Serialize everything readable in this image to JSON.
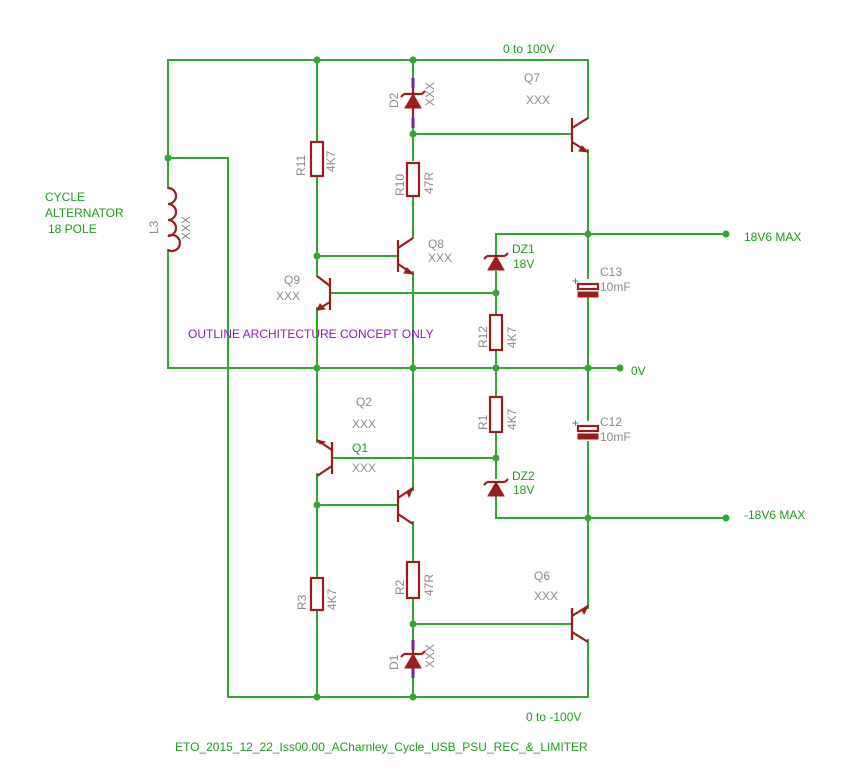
{
  "nets": {
    "top_rail": "0 to 100V",
    "bottom_rail": "0 to -100V",
    "pos_out": "18V6 MAX",
    "zero_v": "0V",
    "neg_out": "-18V6 MAX"
  },
  "alternator": {
    "line1": "CYCLE",
    "line2": "ALTERNATOR",
    "line3": "18 POLE"
  },
  "note": "OUTLINE ARCHITECTURE CONCEPT ONLY",
  "footer": "ETO_2015_12_22_Iss00.00_ACharnley_Cycle_USB_PSU_REC_&_LIMITER",
  "components": {
    "L3": {
      "ref": "L3",
      "value": "XXX"
    },
    "D2": {
      "ref": "D2",
      "value": "XXX"
    },
    "D1": {
      "ref": "D1",
      "value": "XXX"
    },
    "R11": {
      "ref": "R11",
      "value": "4K7"
    },
    "R10": {
      "ref": "R10",
      "value": "47R"
    },
    "R12": {
      "ref": "R12",
      "value": "4K7"
    },
    "R1": {
      "ref": "R1",
      "value": "4K7"
    },
    "R2": {
      "ref": "R2",
      "value": "47R"
    },
    "R3": {
      "ref": "R3",
      "value": "4K7"
    },
    "Q7": {
      "ref": "Q7",
      "value": "XXX"
    },
    "Q8": {
      "ref": "Q8",
      "value": "XXX"
    },
    "Q9": {
      "ref": "Q9",
      "value": "XXX"
    },
    "Q2": {
      "ref": "Q2",
      "value": "XXX"
    },
    "Q1": {
      "ref": "Q1",
      "value": "XXX"
    },
    "Q6": {
      "ref": "Q6",
      "value": "XXX"
    },
    "DZ1": {
      "ref": "DZ1",
      "value": "18V"
    },
    "DZ2": {
      "ref": "DZ2",
      "value": "18V"
    },
    "C13": {
      "ref": "C13",
      "value": "10mF"
    },
    "C12": {
      "ref": "C12",
      "value": "10mF"
    }
  },
  "colors": {
    "wire": "#2ea82e",
    "component": "#9b1c1c",
    "label": "#8a8a8a",
    "net_text": "#1f9a1f",
    "note": "#8a1fb0"
  }
}
